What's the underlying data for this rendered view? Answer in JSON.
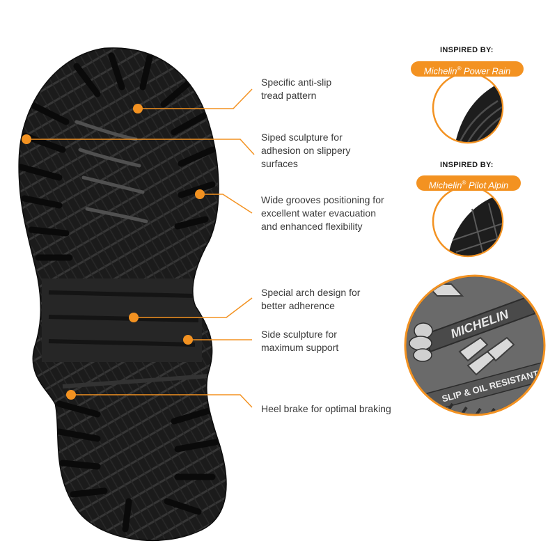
{
  "callouts": {
    "anti_slip": [
      "Specific anti-slip",
      "tread pattern"
    ],
    "siped": [
      "Siped sculpture for",
      "adhesion on slippery",
      "surfaces"
    ],
    "wide_grooves": [
      "Wide grooves positioning for",
      "excellent water evacuation",
      "and enhanced flexibility"
    ],
    "arch": [
      "Special arch design for",
      "better adherence"
    ],
    "side": [
      "Side sculpture for",
      "maximum support"
    ],
    "heel": [
      "Heel brake for optimal braking"
    ]
  },
  "inspirations": [
    {
      "heading": "INSPIRED BY:",
      "brand": "Michelin",
      "reg": "®",
      "model": " Power Rain"
    },
    {
      "heading": "INSPIRED BY:",
      "brand": "Michelin",
      "reg": "®",
      "model": " Pilot Alpin"
    }
  ],
  "logo_stamp": {
    "brand": "MICHELIN",
    "text": "SLIP & OIL RESISTANT"
  },
  "colors": {
    "accent": "#f39221",
    "sole": "#1c1c1c",
    "text": "#3a3a3a"
  }
}
